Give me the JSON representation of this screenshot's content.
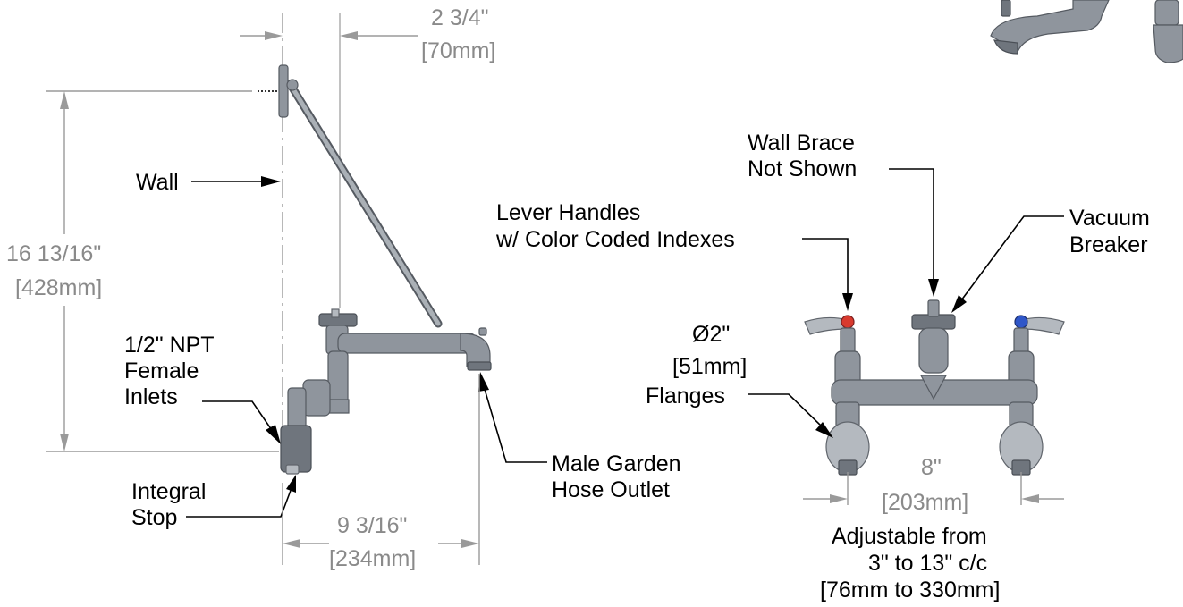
{
  "side_view": {
    "callouts": {
      "wall": "Wall",
      "npt": [
        "1/2\" NPT",
        "Female",
        "Inlets"
      ],
      "stop": [
        "Integral",
        "Stop"
      ],
      "hose": [
        "Male Garden",
        "Hose Outlet"
      ]
    },
    "dimensions": {
      "offset": [
        "2 3/4\"",
        "[70mm]"
      ],
      "height": [
        "16 13/16\"",
        "[428mm]"
      ],
      "reach": [
        "9 3/16\"",
        "[234mm]"
      ]
    }
  },
  "front_view": {
    "callouts": {
      "brace": [
        "Wall Brace",
        "Not Shown"
      ],
      "handles": [
        "Lever Handles",
        "w/ Color Coded Indexes"
      ],
      "vacuum": [
        "Vacuum",
        "Breaker"
      ],
      "flanges": [
        "Ø2\"",
        "[51mm]",
        "Flanges"
      ]
    },
    "dimensions": {
      "centers": [
        "8\"",
        "[203mm]"
      ]
    },
    "note": [
      "Adjustable from",
      "3\" to 13\" c/c",
      "[76mm to 330mm]"
    ]
  },
  "colors": {
    "hot_index": "#d83a2e",
    "cold_index": "#2f56c8",
    "metal": "#8f959d",
    "dimension": "#8a8a8a"
  }
}
